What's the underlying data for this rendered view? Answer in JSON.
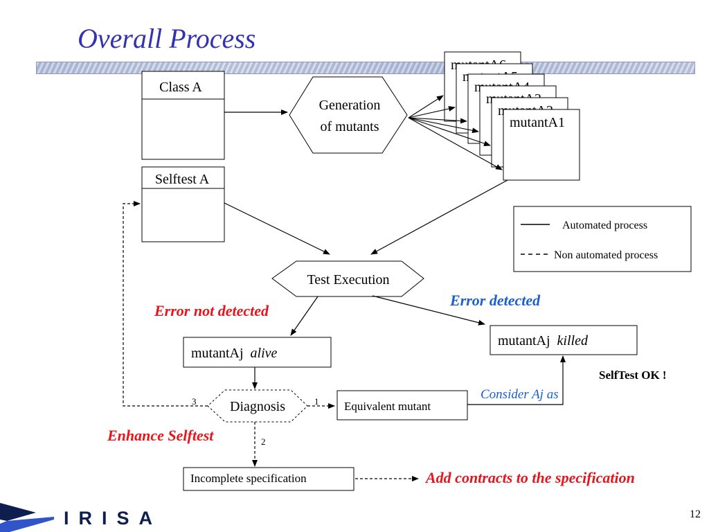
{
  "slide": {
    "title": "Overall Process",
    "page_number": "12",
    "logo_text": "IRISA"
  },
  "diagram": {
    "class_box": "Class A",
    "selftest_box": "Selftest A",
    "generation": [
      "Generation",
      "of mutants"
    ],
    "mutants": [
      "mutantA6",
      "mutantA5",
      "mutantA4",
      "mutantA3",
      "mutantA2",
      "mutantA1"
    ],
    "test_execution": "Test Execution",
    "error_not_detected": "Error not detected",
    "error_detected": "Error detected",
    "mutant_alive": {
      "name": "mutantAj",
      "state": "alive"
    },
    "mutant_killed": {
      "name": "mutantAj",
      "state": "killed"
    },
    "selftest_ok": "SelfTest  OK !",
    "diagnosis": "Diagnosis",
    "equivalent_mutant": "Equivalent mutant",
    "consider_as": "Consider Aj as",
    "enhance_selftest": "Enhance Selftest",
    "incomplete_spec": "Incomplete specification",
    "add_contracts": "Add contracts to the specification",
    "edge_labels": {
      "one": "1",
      "two": "2",
      "three": "3"
    }
  },
  "legend": {
    "automated": "Automated process",
    "non_automated": "Non automated process"
  }
}
